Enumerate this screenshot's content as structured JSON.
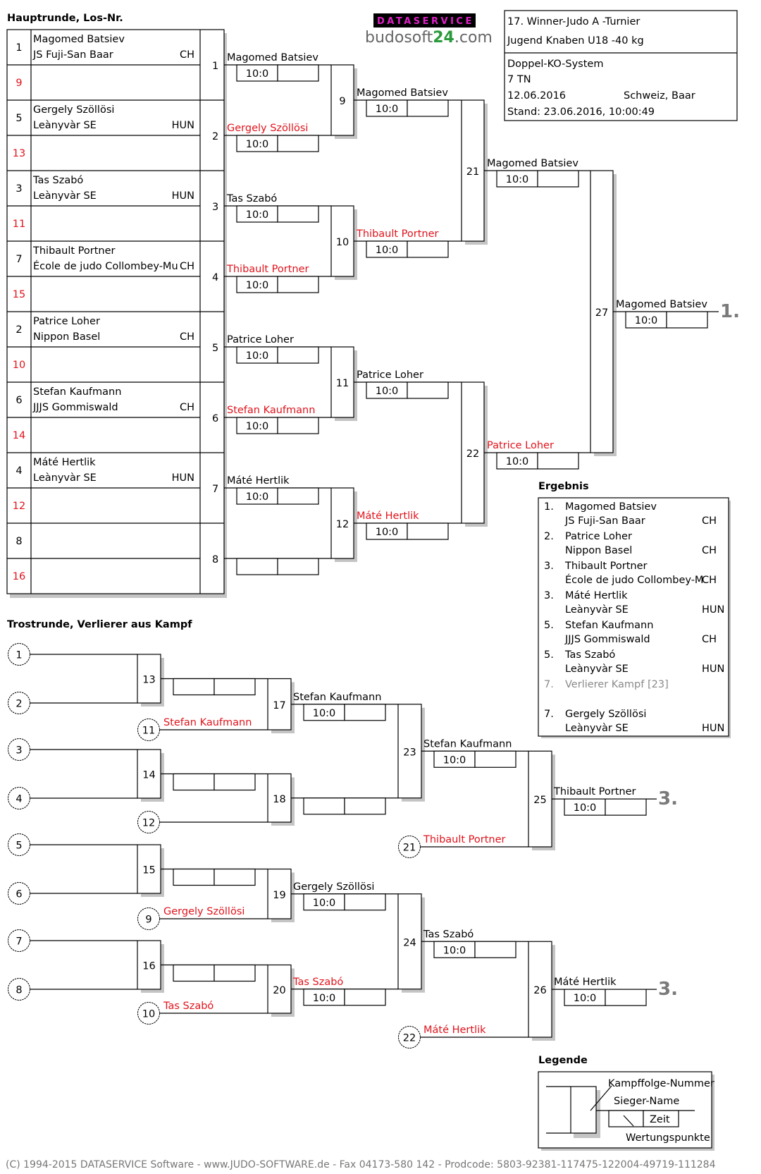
{
  "headings": {
    "main_round": "Hauptrunde, Los-Nr.",
    "repechage": "Trostrunde, Verlierer aus Kampf",
    "result": "Ergebnis",
    "legend": "Legende"
  },
  "logo": {
    "top": "DATASERVICE",
    "brand": "budosoft",
    "brand_num": "24",
    "brand_tld": ".com"
  },
  "info": {
    "tournament": "17. Winner-Judo A -Turnier",
    "category": "Jugend Knaben U18 -40 kg",
    "system": "Doppel-KO-System",
    "participants": "7 TN",
    "date": "12.06.2016",
    "location": "Schweiz, Baar",
    "status": "Stand: 23.06.2016, 10:00:49"
  },
  "draw": [
    {
      "los": "1",
      "name": "Magomed Batsiev",
      "club": "JS Fuji-San Baar",
      "nat": "CH"
    },
    {
      "los": "9",
      "name": "",
      "club": "",
      "nat": ""
    },
    {
      "los": "5",
      "name": "Gergely Szöllösi",
      "club": "Leànyvàr SE",
      "nat": "HUN"
    },
    {
      "los": "13",
      "name": "",
      "club": "",
      "nat": ""
    },
    {
      "los": "3",
      "name": "Tas Szabó",
      "club": "Leànyvàr SE",
      "nat": "HUN"
    },
    {
      "los": "11",
      "name": "",
      "club": "",
      "nat": ""
    },
    {
      "los": "7",
      "name": "Thibault Portner",
      "club": "École de judo Collombey-Mu",
      "nat": "CH"
    },
    {
      "los": "15",
      "name": "",
      "club": "",
      "nat": ""
    },
    {
      "los": "2",
      "name": "Patrice Loher",
      "club": "Nippon Basel",
      "nat": "CH"
    },
    {
      "los": "10",
      "name": "",
      "club": "",
      "nat": ""
    },
    {
      "los": "6",
      "name": "Stefan Kaufmann",
      "club": "JJJS Gommiswald",
      "nat": "CH"
    },
    {
      "los": "14",
      "name": "",
      "club": "",
      "nat": ""
    },
    {
      "los": "4",
      "name": "Máté Hertlik",
      "club": "Leànyvàr SE",
      "nat": "HUN"
    },
    {
      "los": "12",
      "name": "",
      "club": "",
      "nat": ""
    },
    {
      "los": "8",
      "name": "",
      "club": "",
      "nat": ""
    },
    {
      "los": "16",
      "name": "",
      "club": "",
      "nat": ""
    }
  ],
  "main_fights": [
    {
      "no": "1",
      "winner": "Magomed Batsiev",
      "score": "10:0",
      "time": "",
      "red": false
    },
    {
      "no": "2",
      "winner": "Gergely Szöllösi",
      "score": "10:0",
      "time": "",
      "red": true
    },
    {
      "no": "3",
      "winner": "Tas Szabó",
      "score": "10:0",
      "time": "",
      "red": false
    },
    {
      "no": "4",
      "winner": "Thibault Portner",
      "score": "10:0",
      "time": "",
      "red": true
    },
    {
      "no": "5",
      "winner": "Patrice Loher",
      "score": "10:0",
      "time": "",
      "red": false
    },
    {
      "no": "6",
      "winner": "Stefan Kaufmann",
      "score": "10:0",
      "time": "",
      "red": true
    },
    {
      "no": "7",
      "winner": "Máté Hertlik",
      "score": "10:0",
      "time": "",
      "red": false
    },
    {
      "no": "8",
      "winner": "",
      "score": "",
      "time": "",
      "red": false
    },
    {
      "no": "9",
      "winner": "Magomed Batsiev",
      "score": "10:0",
      "time": "",
      "red": false
    },
    {
      "no": "10",
      "winner": "Thibault Portner",
      "score": "10:0",
      "time": "",
      "red": true
    },
    {
      "no": "11",
      "winner": "Patrice Loher",
      "score": "10:0",
      "time": "",
      "red": false
    },
    {
      "no": "12",
      "winner": "Máté Hertlik",
      "score": "10:0",
      "time": "",
      "red": true
    },
    {
      "no": "21",
      "winner": "Magomed Batsiev",
      "score": "10:0",
      "time": "",
      "red": false
    },
    {
      "no": "22",
      "winner": "Patrice Loher",
      "score": "10:0",
      "time": "",
      "red": true
    },
    {
      "no": "27",
      "winner": "Magomed Batsiev",
      "score": "10:0",
      "time": "",
      "red": false,
      "place": "1."
    }
  ],
  "repechage": {
    "entries": [
      {
        "from": "1"
      },
      {
        "from": "2"
      },
      {
        "from": "3"
      },
      {
        "from": "4"
      },
      {
        "from": "5"
      },
      {
        "from": "6"
      },
      {
        "from": "7"
      },
      {
        "from": "8"
      }
    ],
    "loser_feeds": [
      {
        "from": "11",
        "name": "Stefan Kaufmann"
      },
      {
        "from": "12",
        "name": ""
      },
      {
        "from": "9",
        "name": "Gergely Szöllösi"
      },
      {
        "from": "10",
        "name": "Tas Szabó"
      },
      {
        "from": "21",
        "name": "Thibault Portner"
      },
      {
        "from": "22",
        "name": "Máté Hertlik"
      }
    ],
    "fights": [
      {
        "no": "13",
        "winner": "",
        "score": "",
        "time": ""
      },
      {
        "no": "14",
        "winner": "",
        "score": "",
        "time": ""
      },
      {
        "no": "15",
        "winner": "",
        "score": "",
        "time": ""
      },
      {
        "no": "16",
        "winner": "",
        "score": "",
        "time": ""
      },
      {
        "no": "17",
        "winner": "Stefan Kaufmann",
        "score": "10:0",
        "time": ""
      },
      {
        "no": "18",
        "winner": "",
        "score": "",
        "time": ""
      },
      {
        "no": "19",
        "winner": "Gergely Szöllösi",
        "score": "10:0",
        "time": ""
      },
      {
        "no": "20",
        "winner": "Tas Szabó",
        "score": "10:0",
        "time": "",
        "red": true
      },
      {
        "no": "23",
        "winner": "Stefan Kaufmann",
        "score": "10:0",
        "time": ""
      },
      {
        "no": "24",
        "winner": "Tas Szabó",
        "score": "10:0",
        "time": ""
      },
      {
        "no": "25",
        "winner": "Thibault Portner",
        "score": "10:0",
        "time": "",
        "place": "3."
      },
      {
        "no": "26",
        "winner": "Máté Hertlik",
        "score": "10:0",
        "time": "",
        "place": "3."
      }
    ]
  },
  "results": [
    {
      "rank": "1.",
      "name": "Magomed Batsiev",
      "club": "JS Fuji-San Baar",
      "nat": "CH"
    },
    {
      "rank": "2.",
      "name": "Patrice Loher",
      "club": "Nippon Basel",
      "nat": "CH"
    },
    {
      "rank": "3.",
      "name": "Thibault Portner",
      "club": "École de judo Collombey-M",
      "nat": "CH"
    },
    {
      "rank": "3.",
      "name": "Máté Hertlik",
      "club": "Leànyvàr SE",
      "nat": "HUN"
    },
    {
      "rank": "5.",
      "name": "Stefan Kaufmann",
      "club": "JJJS Gommiswald",
      "nat": "CH"
    },
    {
      "rank": "5.",
      "name": "Tas Szabó",
      "club": "Leànyvàr SE",
      "nat": "HUN"
    },
    {
      "rank": "7.",
      "name": "Verlierer Kampf [23]",
      "club": "",
      "nat": "",
      "muted": true
    },
    {
      "rank": "7.",
      "name": "Gergely Szöllösi",
      "club": "Leànyvàr SE",
      "nat": "HUN"
    }
  ],
  "legend": {
    "fight_number": "Kampffolge-Nummer",
    "winner_name": "Sieger-Name",
    "time": "Zeit",
    "points": "Wertungspunkte"
  },
  "footer": "(C) 1994-2015 DATASERVICE Software - www.JUDO-SOFTWARE.de - Fax 04173-580 142 - Prodcode: 5803-92381-117475-122004-49719-111284"
}
